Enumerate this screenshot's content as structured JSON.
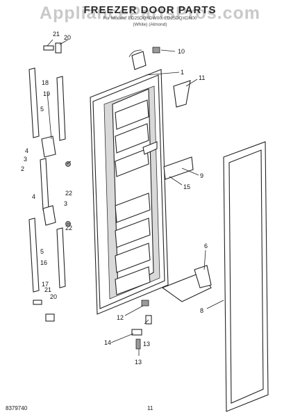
{
  "header": {
    "watermark": "AppliancePartsPros.com",
    "title": "FREEZER DOOR PARTS",
    "models_line": "For Models: ED25DQXDW00, ED25DQXDN00",
    "colors_line": "(White)     (Almond)"
  },
  "footer": {
    "doc_number": "8379740",
    "page_number": "11"
  },
  "callouts": [
    "1",
    "2",
    "3",
    "3",
    "4",
    "4",
    "5",
    "5",
    "6",
    "8",
    "9",
    "10",
    "11",
    "12",
    "13",
    "13",
    "14",
    "15",
    "16",
    "17",
    "18",
    "19",
    "20",
    "20",
    "21",
    "21",
    "22",
    "22"
  ]
}
